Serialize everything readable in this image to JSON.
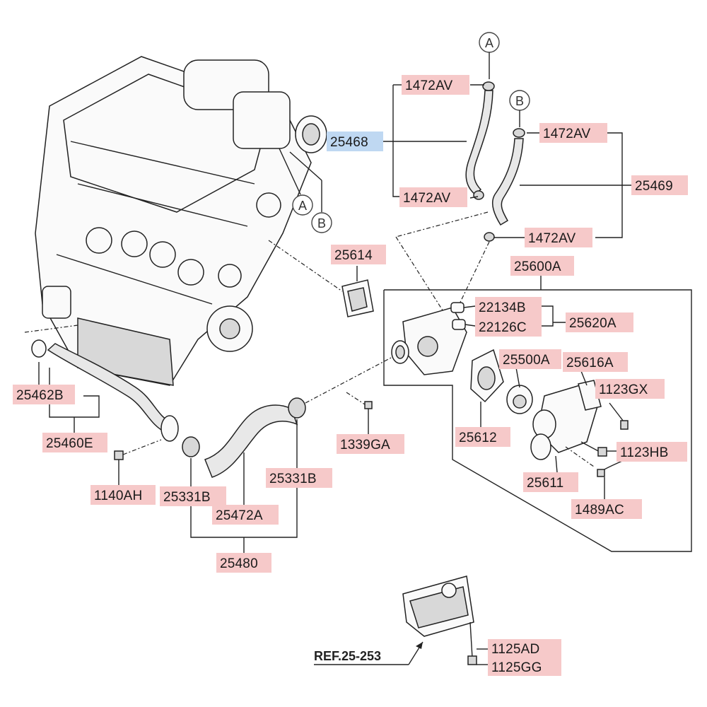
{
  "labels": {
    "p1472av_top": "1472AV",
    "p25468": "25468",
    "p1472av_mid_left": "1472AV",
    "p1472av_right_top": "1472AV",
    "p25469": "25469",
    "p1472av_right_bottom": "1472AV",
    "p25614": "25614",
    "p25600a": "25600A",
    "p22134b": "22134B",
    "p22126c": "22126C",
    "p25620a": "25620A",
    "p25500a": "25500A",
    "p25616a": "25616A",
    "p1123gx": "1123GX",
    "p25612": "25612",
    "p1123hb": "1123HB",
    "p25611": "25611",
    "p1489ac": "1489AC",
    "p1339ga": "1339GA",
    "p25462b": "25462B",
    "p25460e": "25460E",
    "p1140ah": "1140AH",
    "p25331b_left": "25331B",
    "p25331b_right": "25331B",
    "p25472a": "25472A",
    "p25480": "25480",
    "p1125ad": "1125AD",
    "p1125gg": "1125GG"
  },
  "connectors": {
    "a_top": "A",
    "b_top": "B",
    "a_engine": "A",
    "b_engine": "B"
  },
  "reference": "REF.25-253",
  "colors": {
    "label_highlight": "#f6c9c9",
    "selected_highlight": "#bfd8f2"
  },
  "selected_part": "25468"
}
